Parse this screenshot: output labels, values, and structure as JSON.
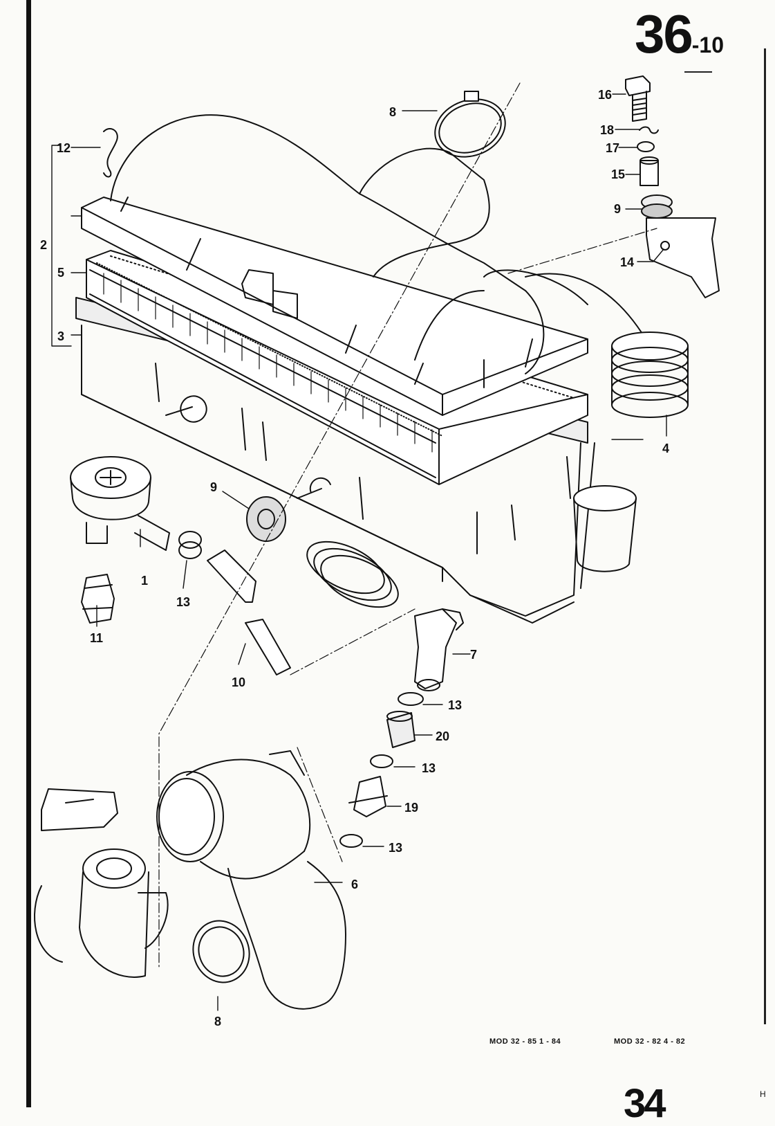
{
  "page_number": {
    "main": "36",
    "sub": "-10"
  },
  "part_callouts": [
    "1",
    "2",
    "3",
    "4",
    "5",
    "6",
    "7",
    "8",
    "8",
    "9",
    "9",
    "10",
    "11",
    "12",
    "13",
    "13",
    "13",
    "13",
    "14",
    "15",
    "16",
    "17",
    "18",
    "19",
    "20"
  ],
  "footer": {
    "ref_left": "MOD 32 - 85   1 - 84",
    "ref_right": "MOD 32 - 82  4 - 82"
  },
  "corner_glyph": "H",
  "next_section_partial": "34"
}
